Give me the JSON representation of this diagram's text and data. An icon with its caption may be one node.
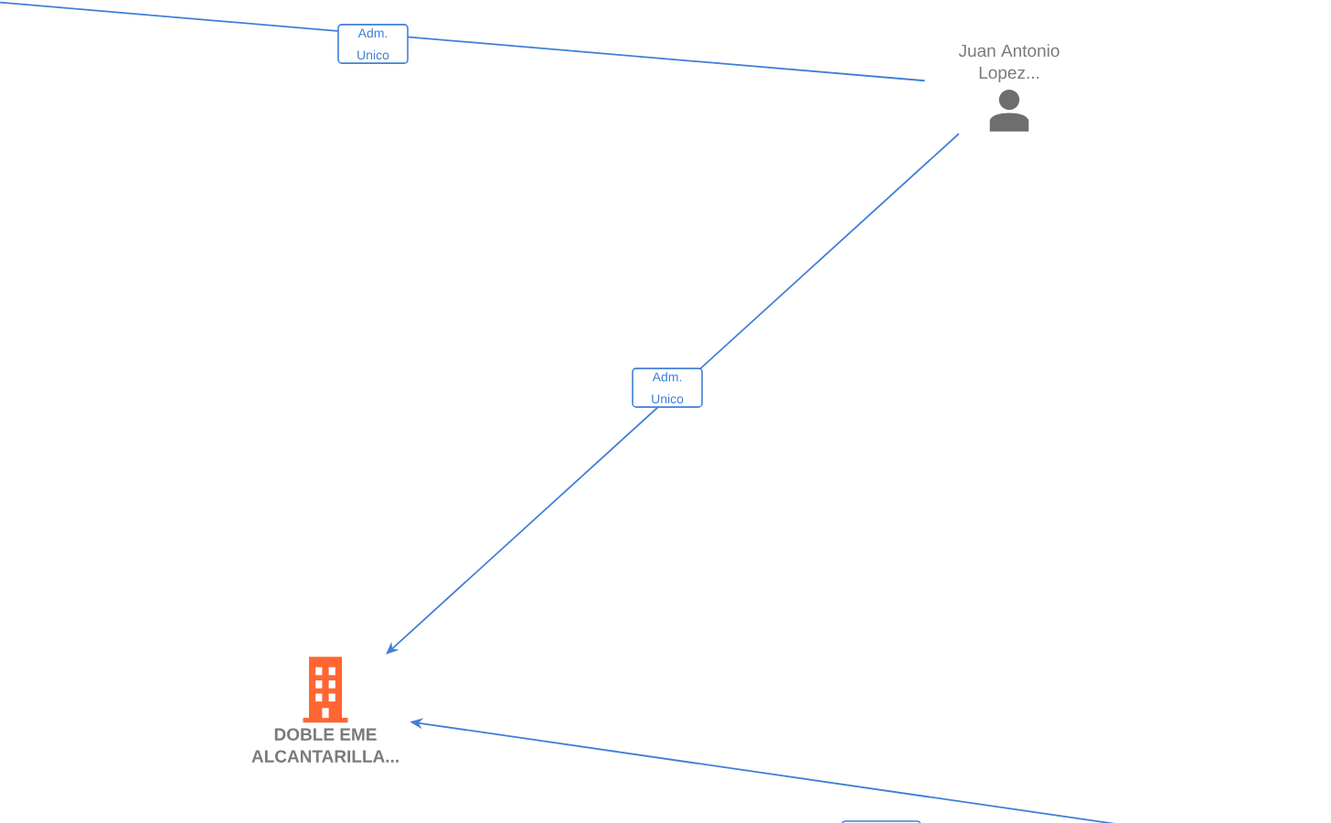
{
  "diagram": {
    "nodes": [
      {
        "text": [
          "Juan Antonio Lopez..."
        ]
      },
      {
        "text": [
          "DOBLE EME ALCANTARILLA..."
        ]
      }
    ],
    "edges": [
      {
        "from": 0,
        "to": null,
        "arrow": "none",
        "label": "Adm. Unico"
      },
      {
        "from": 0,
        "to": 1,
        "arrow": "to",
        "label": "Adm. Unico"
      },
      {
        "from": null,
        "to": 1,
        "arrow": "to"
      }
    ]
  }
}
